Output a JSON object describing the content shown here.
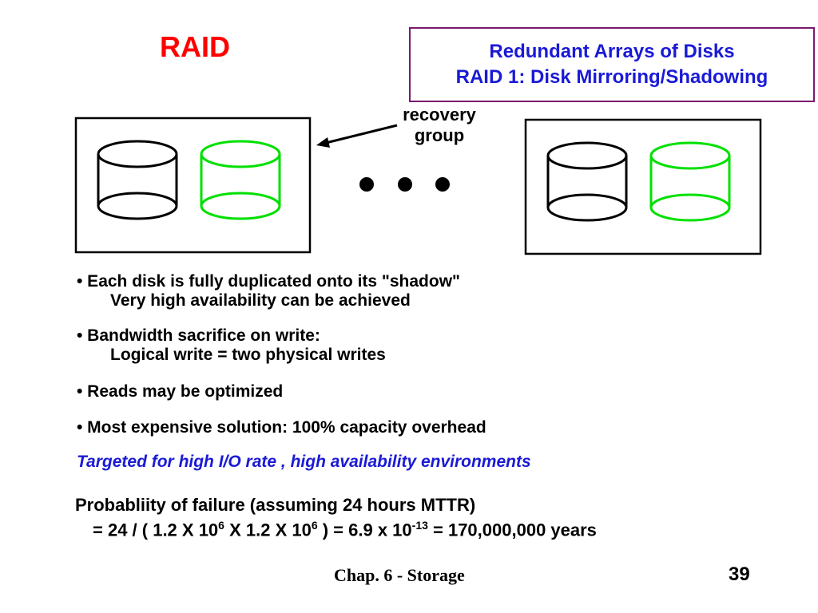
{
  "slide": {
    "title": "RAID",
    "subtitle_line1": "Redundant Arrays of Disks",
    "subtitle_line2": "RAID 1: Disk Mirroring/Shadowing",
    "recovery_label_line1": "recovery",
    "recovery_label_line2": "group",
    "bullets": [
      {
        "main": "• Each disk is fully duplicated onto its \"shadow\"",
        "sub": "Very high availability can be achieved"
      },
      {
        "main": "• Bandwidth sacrifice on write:",
        "sub": "Logical write = two physical writes"
      },
      {
        "main": "• Reads may be optimized"
      },
      {
        "main": "• Most expensive solution: 100% capacity overhead"
      }
    ],
    "highlight": "Targeted for high I/O rate , high availability environments",
    "probability_heading": "Probabliity of failure (assuming 24 hours MTTR)",
    "formula": {
      "p1": "= 24 / ( 1.2 X 10",
      "e1": "6",
      "p2": " X 1.2 X 10",
      "e2": "6",
      "p3": " ) = 6.9 x 10",
      "e3": "-13",
      "p4": " = 170,000,000 years"
    },
    "footer": "Chap. 6 - Storage",
    "page_number": "39"
  },
  "colors": {
    "title": "#ff0000",
    "subtitle_text": "#1a1ad6",
    "subtitle_border": "#7a1a6e",
    "primary_disk": "#000000",
    "mirror_disk": "#00e000",
    "highlight_text": "#1a1ad6"
  },
  "icons": [
    "disk-icon",
    "mirror-disk-icon",
    "arrow-icon",
    "ellipsis-dots"
  ]
}
